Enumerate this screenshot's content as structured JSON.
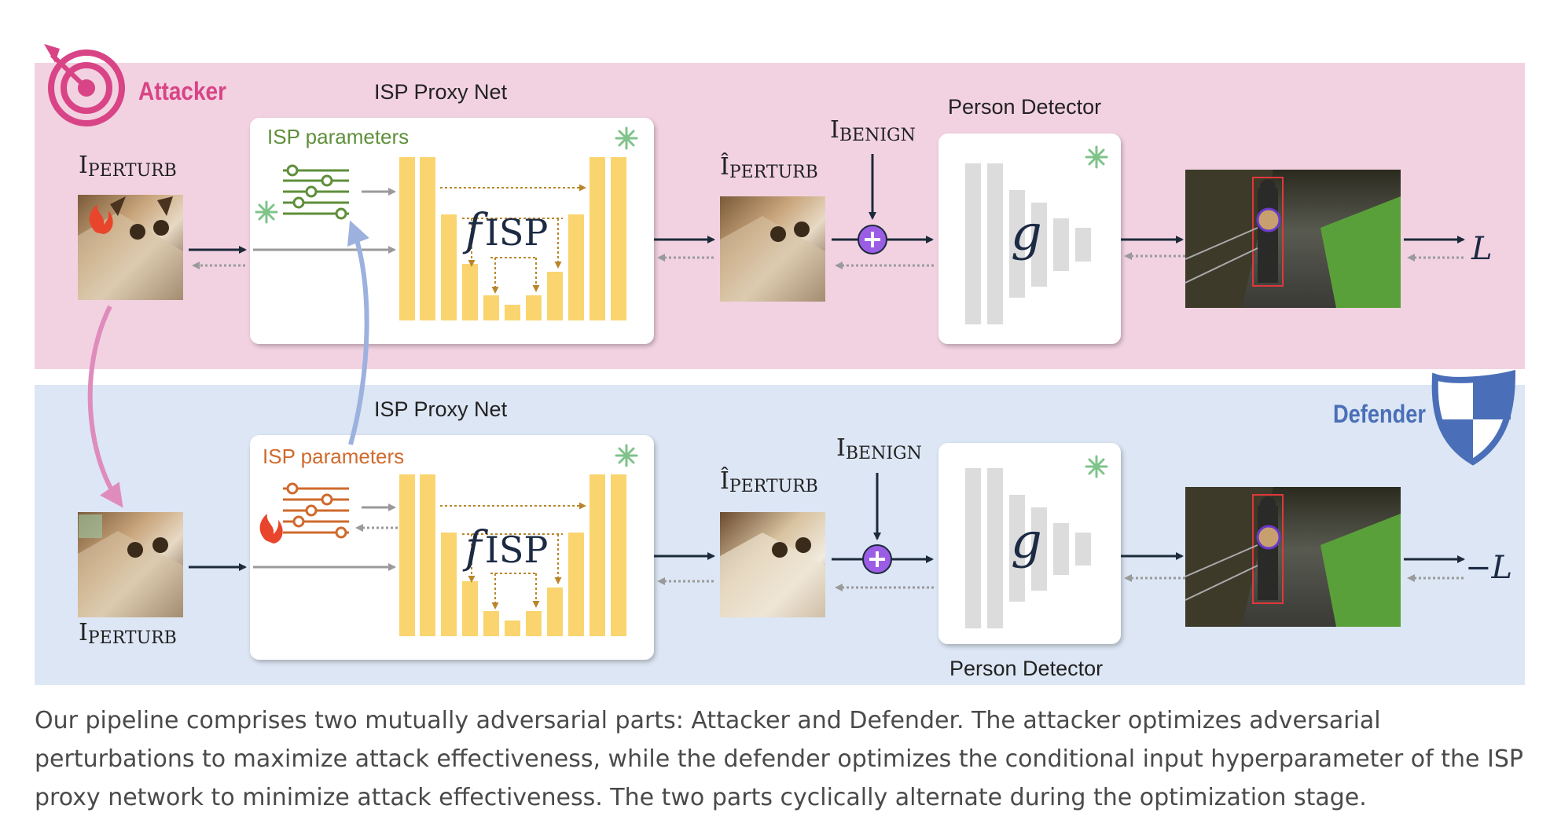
{
  "attacker": {
    "role_label": "Attacker",
    "proxy_title": "ISP Proxy Net",
    "params_label": "ISP parameters",
    "input_main": "I",
    "input_sub": "PERTURB",
    "output_hat": "Î",
    "output_sub": "PERTURB",
    "benign_main": "I",
    "benign_sub": "BENIGN",
    "f_symbol": "f",
    "f_sub": "ISP",
    "detector_title": "Person Detector",
    "g_symbol": "g",
    "loss": "L"
  },
  "defender": {
    "role_label": "Defender",
    "proxy_title": "ISP Proxy Net",
    "params_label": "ISP parameters",
    "input_main": "I",
    "input_sub": "PERTURB",
    "output_hat": "Î",
    "output_sub": "PERTURB",
    "benign_main": "I",
    "benign_sub": "BENIGN",
    "f_symbol": "f",
    "f_sub": "ISP",
    "detector_title": "Person Detector",
    "g_symbol": "g",
    "loss": "−L"
  },
  "colors": {
    "attacker_bg": "#f2d2e1",
    "defender_bg": "#dce6f4",
    "attacker_accent": "#d84486",
    "defender_accent": "#4a6fb8",
    "params_attacker": "#5f8f3a",
    "params_defender": "#cf6a2c",
    "bar": "#fad46e",
    "plus": "#9b5de5"
  },
  "icons": [
    "target-icon",
    "shield-icon",
    "snowflake-icon",
    "flame-icon",
    "sliders-icon",
    "plus-circle-icon"
  ],
  "caption": "Our pipeline comprises two mutually adversarial parts: Attacker and Defender. The attacker optimizes adversarial perturbations to maximize attack effectiveness, while the defender optimizes the conditional input hyperparameter of the ISP proxy network to minimize attack effectiveness. The two parts cyclically alternate during the optimization stage."
}
